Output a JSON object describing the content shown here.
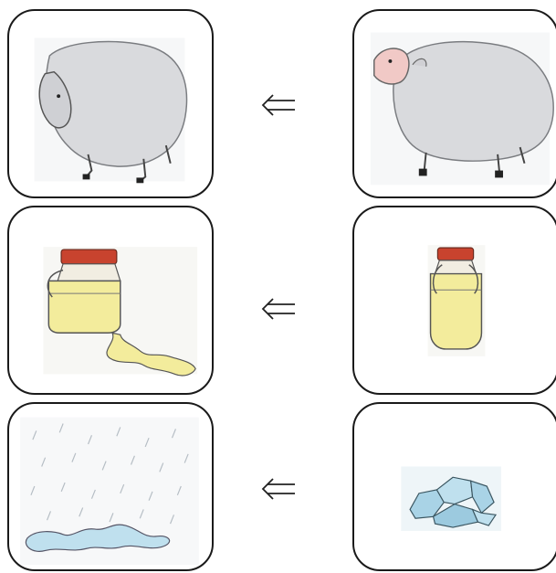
{
  "rows": [
    {
      "left": "sheared-sheep-image",
      "arrow": "double-left-arrow-icon",
      "right": "woolly-sheep-image"
    },
    {
      "left": "spilled-milk-can-image",
      "arrow": "double-left-arrow-icon",
      "right": "milk-can-image"
    },
    {
      "left": "rain-puddle-image",
      "arrow": "double-left-arrow-icon",
      "right": "ice-blocks-image"
    }
  ],
  "colors": {
    "card_border": "#1a1a1a",
    "wool": "#d9dadd",
    "wool_outline": "#7a7c80",
    "lid_red": "#c8432e",
    "milk_yellow": "#f3ec9c",
    "water_blue": "#bfe0ee",
    "ice_blue": "#a9d3e6"
  }
}
